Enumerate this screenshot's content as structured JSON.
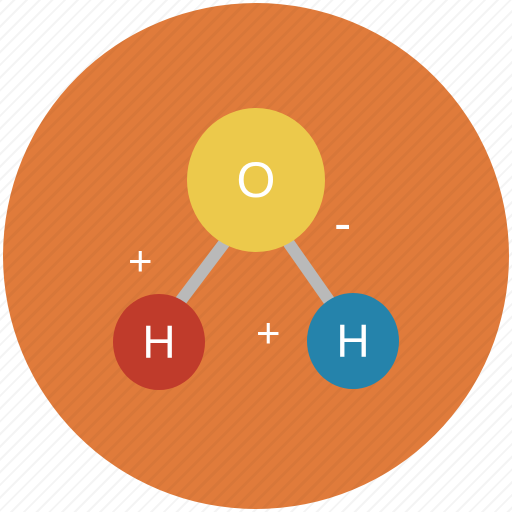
{
  "colors": {
    "circle": "#e07b3b",
    "oxygen": "#ecc94b",
    "hydrogen_left": "#c03b2b",
    "hydrogen_right": "#2583ab",
    "bond": "#b9b9b9",
    "label": "#ffffff"
  },
  "molecule": {
    "oxygen": {
      "symbol": "O",
      "charge": "-"
    },
    "hydrogen_left": {
      "symbol": "H",
      "charge": "+"
    },
    "hydrogen_right": {
      "symbol": "H",
      "charge": "+"
    }
  }
}
